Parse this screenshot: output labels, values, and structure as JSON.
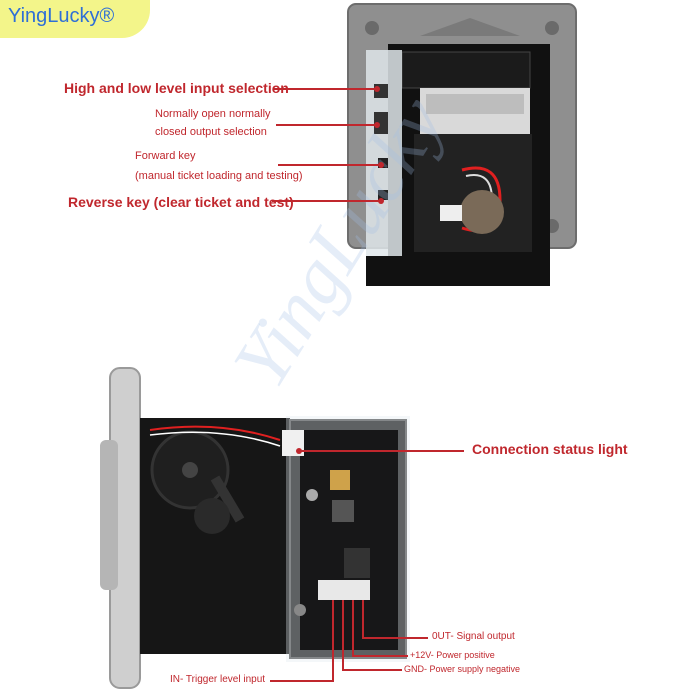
{
  "brand": {
    "name": "YingLucky®"
  },
  "watermark": {
    "text": "YingLucky"
  },
  "top_callouts": [
    {
      "text": "High and low level input selection"
    },
    {
      "text": "Normally open normally"
    },
    {
      "text": "closed output selection"
    },
    {
      "text": "Forward key"
    },
    {
      "text": "(manual ticket loading and testing)"
    },
    {
      "text": "Reverse key (clear ticket and test)"
    }
  ],
  "bottom_callouts": {
    "status_light": "Connection status light",
    "out": "0UT- Signal output",
    "v12": "+12V- Power positive",
    "gnd": "GND- Power supply negative",
    "in": "IN- Trigger level input"
  },
  "colors": {
    "accent": "#c0272d",
    "brand_text": "#2e6fd6",
    "badge": "#f3f58a"
  }
}
